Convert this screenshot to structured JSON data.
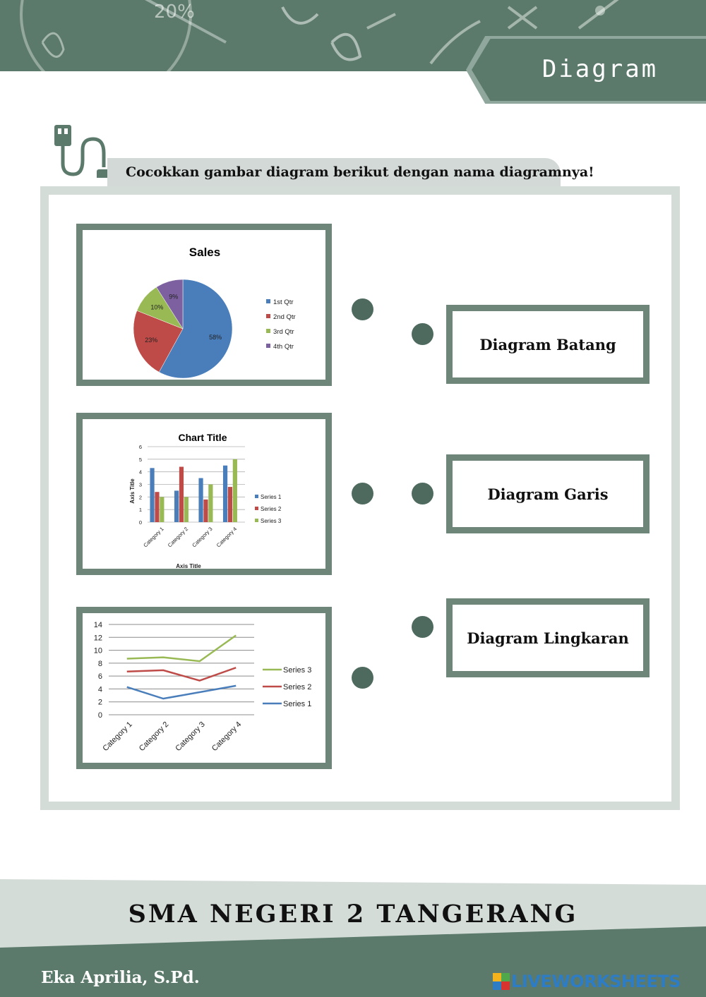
{
  "header": {
    "title": "Diagram"
  },
  "instruction": "Cocokkan gambar diagram berikut dengan nama diagramnya!",
  "labels": [
    "Diagram Batang",
    "Diagram Garis",
    "Diagram Lingkaran"
  ],
  "footer": {
    "school": "SMA NEGERI 2 TANGERANG",
    "author": "Eka Aprilia, S.Pd.",
    "brand": "LIVEWORKSHEETS"
  },
  "colors": {
    "theme": "#5b7a6b",
    "series1": "#4a7ebb",
    "series2": "#be4b48",
    "series3": "#98b954",
    "series4": "#7d60a0"
  },
  "chart_data": [
    {
      "type": "pie",
      "title": "Sales",
      "categories": [
        "1st Qtr",
        "2nd Qtr",
        "3rd Qtr",
        "4th Qtr"
      ],
      "values": [
        58,
        23,
        10,
        9
      ],
      "data_labels": [
        "58%",
        "23%",
        "10%",
        "9%"
      ],
      "legend": "right"
    },
    {
      "type": "bar",
      "title": "Chart Title",
      "xlabel": "Axis Title",
      "ylabel": "Axis Title",
      "categories": [
        "Category 1",
        "Category 2",
        "Category 3",
        "Category 4"
      ],
      "series": [
        {
          "name": "Series 1",
          "values": [
            4.3,
            2.5,
            3.5,
            4.5
          ]
        },
        {
          "name": "Series 2",
          "values": [
            2.4,
            4.4,
            1.8,
            2.8
          ]
        },
        {
          "name": "Series 3",
          "values": [
            2,
            2,
            3,
            5
          ]
        }
      ],
      "ylim": [
        0,
        6
      ],
      "yticks": [
        "0",
        "1",
        "2",
        "3",
        "4",
        "5",
        "6"
      ],
      "grid": true,
      "legend": "right"
    },
    {
      "type": "line",
      "title": "",
      "categories": [
        "Category 1",
        "Category 2",
        "Category 3",
        "Category 4"
      ],
      "series": [
        {
          "name": "Series 1",
          "values": [
            4.3,
            2.5,
            3.5,
            4.5
          ]
        },
        {
          "name": "Series 2",
          "values": [
            6.7,
            6.9,
            5.3,
            7.3
          ]
        },
        {
          "name": "Series 3",
          "values": [
            8.7,
            8.9,
            8.3,
            12.3
          ]
        }
      ],
      "legend_order": [
        "Series 3",
        "Series 2",
        "Series 1"
      ],
      "ylim": [
        0,
        14
      ],
      "yticks": [
        "0",
        "2",
        "4",
        "6",
        "8",
        "10",
        "12",
        "14"
      ],
      "grid": true,
      "legend": "right"
    }
  ]
}
